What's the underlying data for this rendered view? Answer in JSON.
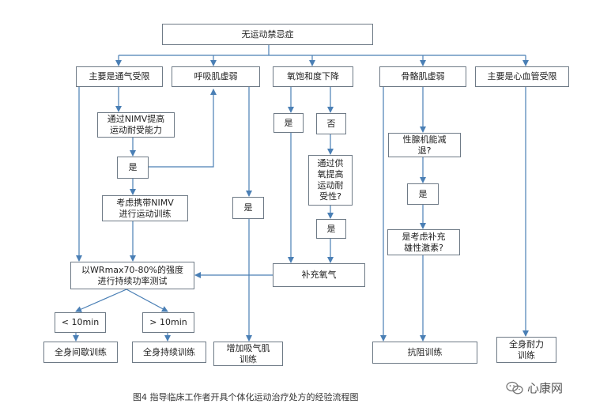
{
  "figure": {
    "caption": "图4 指导临床工作者开具个体化运动治疗处方的经验流程图",
    "watermark_text": "心康网",
    "watermark_icon": "wechat-icon"
  },
  "nodes": {
    "root": "无运动禁忌症",
    "ventilation": "主要是通气受限",
    "resp_muscle": "呼吸肌虚弱",
    "oxy_drop": "氧饱和度下降",
    "skeletal": "骨骼肌虚弱",
    "cardio": "主要是心血管受限",
    "nimv_improve": "通过NIMV提高\n运动耐受能力",
    "yes_nimv": "是",
    "nimv_train": "考虑携带NIMV\n进行运动训练",
    "yes_oxy": "是",
    "no_oxy": "否",
    "oxy_supply": "通过供\n氧提高\n运动耐\n受性?",
    "yes_supply": "是",
    "gonad": "性腺机能减\n退?",
    "yes_gonad": "是",
    "androgen": "是考虑补充\n雄性激素?",
    "yes_resp": "是",
    "wrmax": "以WRmax70-80%的强度\n进行持续功率测试",
    "supplement_oxy": "补充氧气",
    "lt10": "< 10min",
    "gt10": "> 10min",
    "interval": "全身间歇训练",
    "continuous": "全身持续训练",
    "inspiratory": "增加吸气肌\n训练",
    "resistance": "抗阻训练",
    "endurance": "全身耐力\n训练"
  },
  "colors": {
    "border": "#6e7a86",
    "arrow": "#4a7fb5"
  }
}
